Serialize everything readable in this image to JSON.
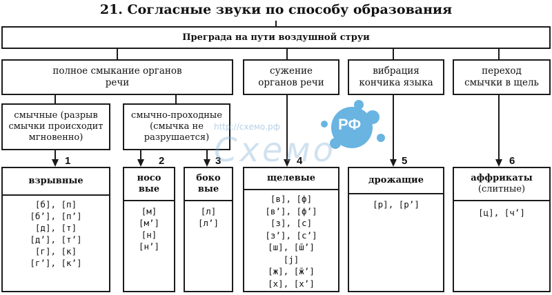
{
  "title": "21. Согласные звуки по способу образования",
  "root": "Преграда на пути воздушной струи",
  "level1": [
    "полное смыкание органов речи",
    "сужение органов речи",
    "вибрация кончика языка",
    "переход смычки в щель"
  ],
  "level2": [
    "смычные (разрыв смычки происходит мгновенно)",
    "смычно-проходные (смычка не разрушается)"
  ],
  "categories": [
    {
      "number": "1",
      "name": "взрывные",
      "sounds": [
        "[б], [п]",
        "[б’], [п’]",
        "[д], [т]",
        "[д’], [т’]",
        "[г], [к]",
        "[г’], [к’]"
      ]
    },
    {
      "number": "2",
      "name": "носовые",
      "sounds": [
        "[м]",
        "[м’]",
        "[н]",
        "[н’]"
      ]
    },
    {
      "number": "3",
      "name": "боковые",
      "sounds": [
        "[л]",
        "[л’]"
      ]
    },
    {
      "number": "4",
      "name": "щелевые",
      "sounds": [
        "[в], [ф]",
        "[в’], [ф’]",
        "[з], [с]",
        "[з’], [с’]",
        "[ш], [ш̄’]",
        "[j]",
        "[ж], [ж̄’]",
        "[х], [х’]"
      ]
    },
    {
      "number": "5",
      "name": "дрожащие",
      "sounds": [
        "[р], [р’]"
      ]
    },
    {
      "number": "6",
      "name": "аффрикаты",
      "subname": "(слитные)",
      "sounds": [
        "[ц], [ч’]"
      ]
    }
  ],
  "watermark": {
    "text": "Схемо",
    "url": "http://схемо.рф",
    "badge": "РФ"
  }
}
